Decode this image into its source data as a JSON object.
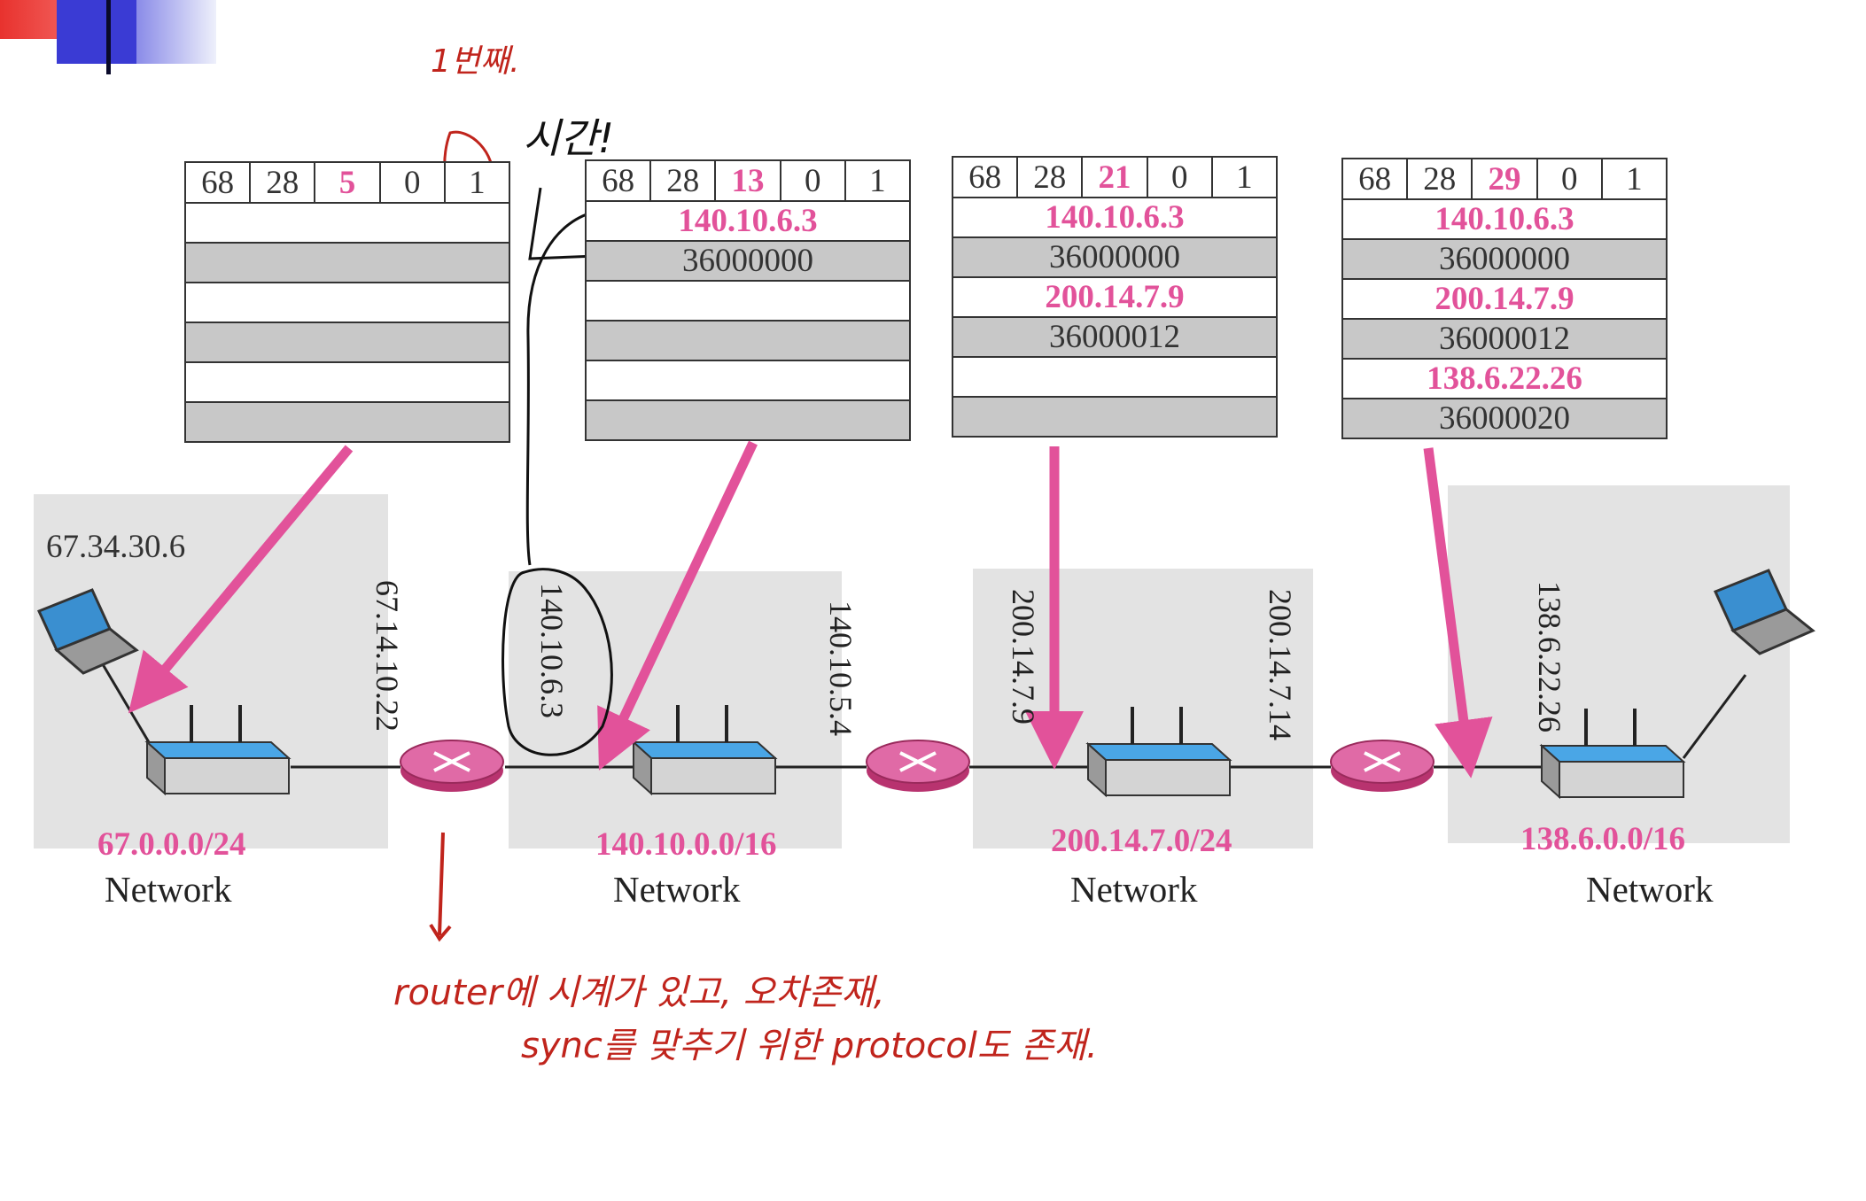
{
  "colors": {
    "accent": "#e2529a",
    "ink": "#333333",
    "annotation": "#c0241c",
    "network_bg": "#e3e3e3"
  },
  "tables": [
    {
      "header": [
        "68",
        "28",
        "5",
        "0",
        "1"
      ],
      "highlight": 2,
      "rows": [
        {
          "ip": "",
          "ts": ""
        },
        {
          "ip": "",
          "ts": ""
        },
        {
          "ip": "",
          "ts": ""
        }
      ]
    },
    {
      "header": [
        "68",
        "28",
        "13",
        "0",
        "1"
      ],
      "highlight": 2,
      "rows": [
        {
          "ip": "140.10.6.3",
          "ts": "36000000"
        },
        {
          "ip": "",
          "ts": ""
        },
        {
          "ip": "",
          "ts": ""
        }
      ]
    },
    {
      "header": [
        "68",
        "28",
        "21",
        "0",
        "1"
      ],
      "highlight": 2,
      "rows": [
        {
          "ip": "140.10.6.3",
          "ts": "36000000"
        },
        {
          "ip": "200.14.7.9",
          "ts": "36000012"
        },
        {
          "ip": "",
          "ts": ""
        }
      ]
    },
    {
      "header": [
        "68",
        "28",
        "29",
        "0",
        "1"
      ],
      "highlight": 2,
      "rows": [
        {
          "ip": "140.10.6.3",
          "ts": "36000000"
        },
        {
          "ip": "200.14.7.9",
          "ts": "36000012"
        },
        {
          "ip": "138.6.22.26",
          "ts": "36000020"
        }
      ]
    }
  ],
  "networks": [
    {
      "address": "67.0.0.0/24",
      "label": "Network"
    },
    {
      "address": "140.10.0.0/16",
      "label": "Network"
    },
    {
      "address": "200.14.7.0/24",
      "label": "Network"
    },
    {
      "address": "138.6.0.0/16",
      "label": "Network"
    }
  ],
  "host_ip": "67.34.30.6",
  "interface_ips": [
    "67.14.10.22",
    "140.10.6.3",
    "140.10.5.4",
    "200.14.7.9",
    "200.14.7.14",
    "138.6.22.26"
  ],
  "annotations": {
    "first_hop": "1번째.",
    "time": "시간!",
    "router_note_line1": "router에 시계가 있고, 오차존재,",
    "router_note_line2": "sync를 맞추기 위한 protocol도 존재."
  }
}
